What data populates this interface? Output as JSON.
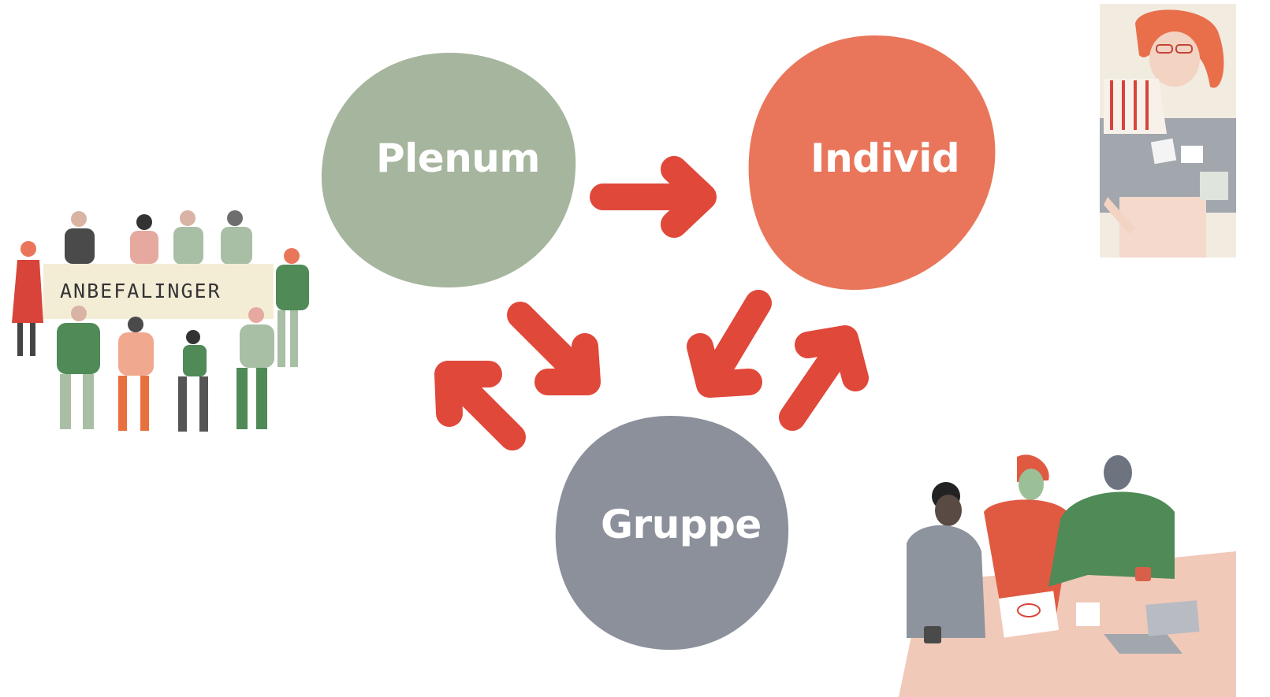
{
  "diagram": {
    "nodes": [
      {
        "id": "plenum",
        "label": "Plenum",
        "color": "#a6b59d"
      },
      {
        "id": "individ",
        "label": "Individ",
        "color": "#e9765b"
      },
      {
        "id": "gruppe",
        "label": "Gruppe",
        "color": "#8b909b"
      }
    ],
    "edges": [
      {
        "from": "plenum",
        "to": "individ"
      },
      {
        "from": "plenum",
        "to": "gruppe"
      },
      {
        "from": "gruppe",
        "to": "plenum"
      },
      {
        "from": "individ",
        "to": "gruppe"
      },
      {
        "from": "gruppe",
        "to": "individ"
      }
    ],
    "arrow_color": "#e0483a"
  },
  "illustrations": {
    "sign_text": "ANBEFALINGER"
  }
}
